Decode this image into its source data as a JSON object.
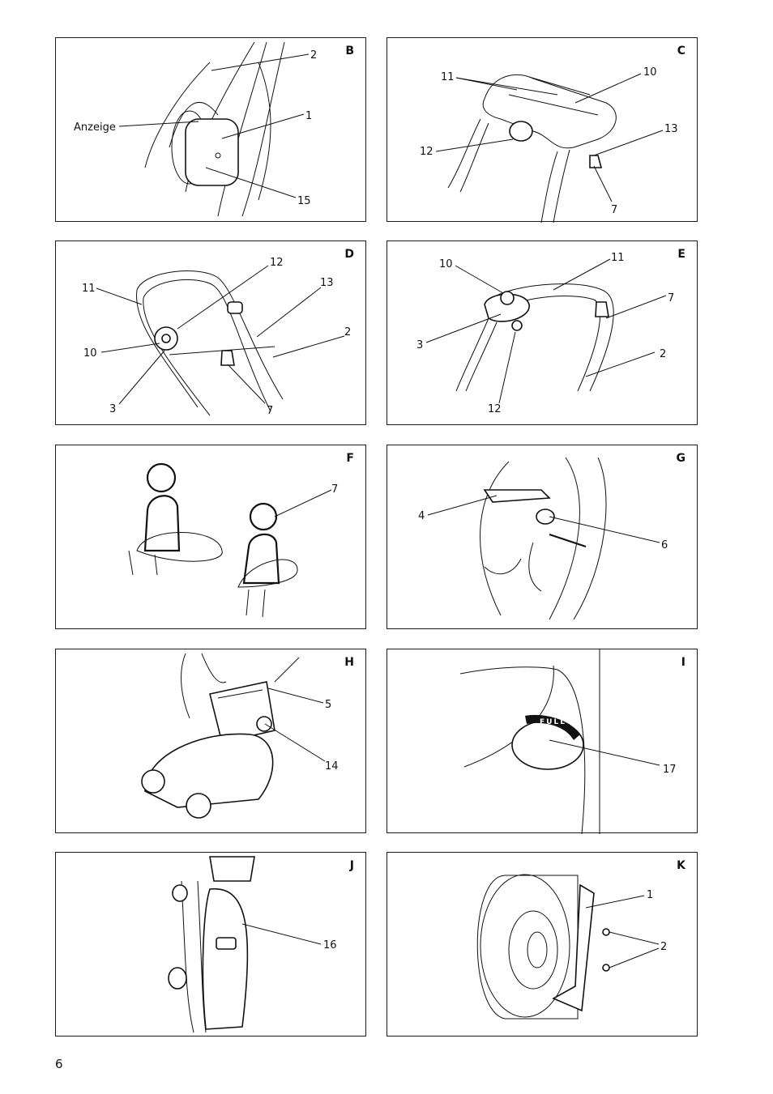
{
  "page_number": "6",
  "panels": {
    "B": {
      "letter": "B",
      "labels": [
        "2",
        "1",
        "Anzeige",
        "15"
      ]
    },
    "C": {
      "letter": "C",
      "labels": [
        "11",
        "10",
        "13",
        "12",
        "7"
      ]
    },
    "D": {
      "letter": "D",
      "labels": [
        "12",
        "11",
        "13",
        "2",
        "10",
        "3",
        "7"
      ]
    },
    "E": {
      "letter": "E",
      "labels": [
        "10",
        "11",
        "7",
        "3",
        "2",
        "12"
      ]
    },
    "F": {
      "letter": "F",
      "labels": [
        "7"
      ]
    },
    "G": {
      "letter": "G",
      "labels": [
        "4",
        "6"
      ]
    },
    "H": {
      "letter": "H",
      "labels": [
        "5",
        "14"
      ]
    },
    "I": {
      "letter": "I",
      "labels": [
        "17"
      ],
      "indicator_text": "FULL"
    },
    "J": {
      "letter": "J",
      "labels": [
        "16"
      ]
    },
    "K": {
      "letter": "K",
      "labels": [
        "1",
        "2"
      ]
    }
  }
}
